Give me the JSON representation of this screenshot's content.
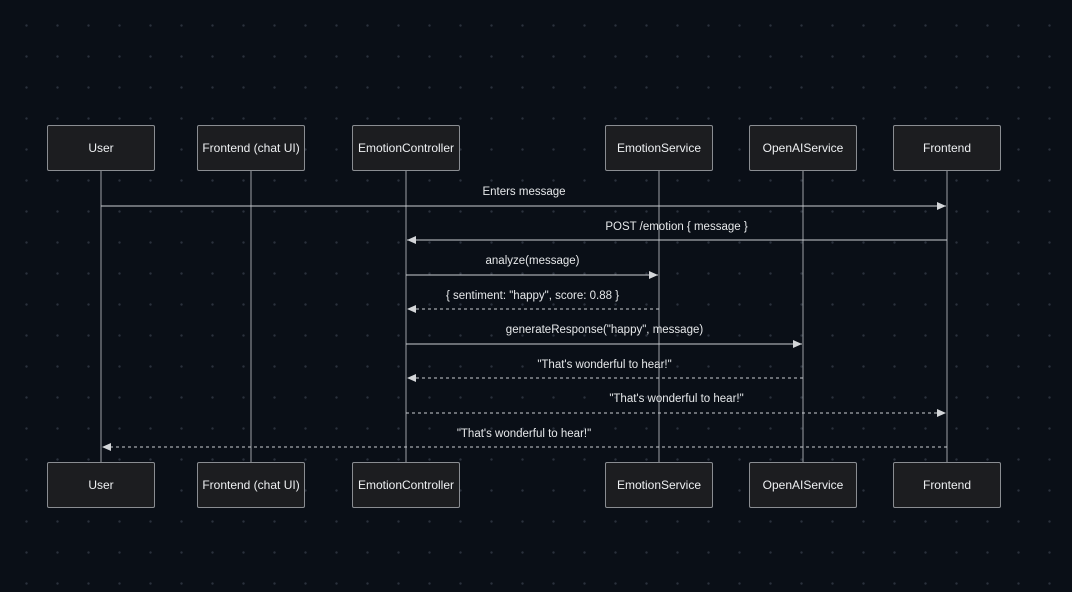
{
  "participants": [
    {
      "id": "user",
      "label": "User"
    },
    {
      "id": "frontend-chat",
      "label": "Frontend (chat UI)"
    },
    {
      "id": "emotion-controller",
      "label": "EmotionController"
    },
    {
      "id": "emotion-service",
      "label": "EmotionService"
    },
    {
      "id": "openai-service",
      "label": "OpenAIService"
    },
    {
      "id": "frontend",
      "label": "Frontend"
    }
  ],
  "messages": [
    {
      "from": "user",
      "to": "frontend",
      "label": "Enters message",
      "style": "solid"
    },
    {
      "from": "frontend",
      "to": "emotion-controller",
      "label": "POST /emotion { message }",
      "style": "solid"
    },
    {
      "from": "emotion-controller",
      "to": "emotion-service",
      "label": "analyze(message)",
      "style": "solid"
    },
    {
      "from": "emotion-service",
      "to": "emotion-controller",
      "label": "{ sentiment: \"happy\", score: 0.88 }",
      "style": "dashed"
    },
    {
      "from": "emotion-controller",
      "to": "openai-service",
      "label": "generateResponse(\"happy\", message)",
      "style": "solid"
    },
    {
      "from": "openai-service",
      "to": "emotion-controller",
      "label": "\"That's wonderful to hear!\"",
      "style": "dashed"
    },
    {
      "from": "emotion-controller",
      "to": "frontend",
      "label": "\"That's wonderful to hear!\"",
      "style": "dashed"
    },
    {
      "from": "frontend",
      "to": "user",
      "label": "\"That's wonderful to hear!\"",
      "style": "dashed"
    }
  ],
  "colors": {
    "background": "#0a0f17",
    "line": "#c9ccd0",
    "actor_fill": "#1c1d20",
    "actor_border": "#8a8d92",
    "text": "#eef0f2"
  }
}
